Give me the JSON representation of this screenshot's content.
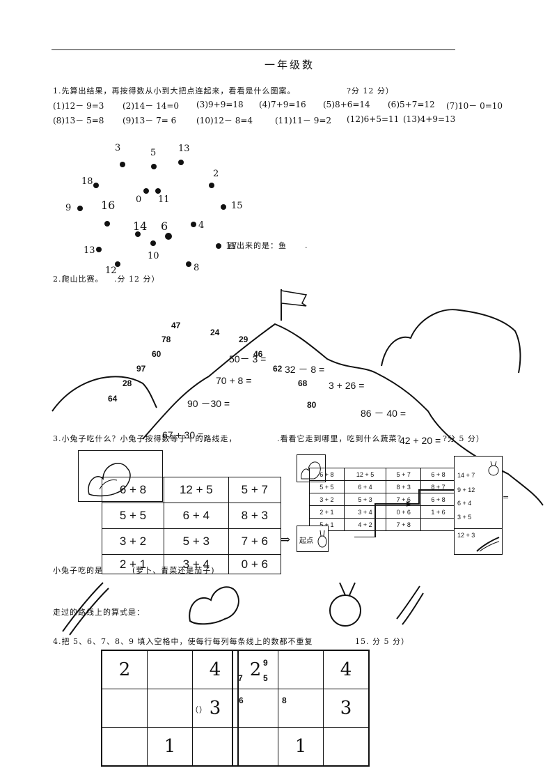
{
  "title": "一年级数",
  "q1": {
    "intro": "1.先算出结果，再按得数从小到大把点连起来，看看是什么图案。",
    "score": "?分 12 分）",
    "row1": [
      "(1)12－ 9=3",
      "(2)14－ 14=0",
      "(3)9+9=18",
      "(4)7+9=16",
      "(5)8+6=14",
      "(6)5+7=12",
      "(7)10－ 0=10"
    ],
    "row2": [
      "(8)13－ 5=8",
      "(9)13－ 7= 6",
      "(10)12－ 8=4",
      "(11)11－ 9=2",
      "(12)6+5=11",
      "(13)4+9=13"
    ],
    "dots": [
      "3",
      "5",
      "13",
      "18",
      "2",
      "0",
      "11",
      "9",
      "16",
      "15",
      "14",
      "6",
      "4",
      "13",
      "10",
      "17",
      "12",
      "8"
    ],
    "answer_note": "画出来的是：鱼",
    "trailing": "."
  },
  "q2": {
    "intro": "2.爬山比赛。",
    "score": ".分 12 分）",
    "numbers": [
      "47",
      "24",
      "78",
      "29",
      "60",
      "46",
      "97",
      "62",
      "28",
      "68",
      "64",
      "80"
    ],
    "exprs": [
      "50－ 3 =",
      "32 － 8 =",
      "70 + 8 =",
      "3 + 26 =",
      "90 －30 =",
      "86 － 40 =",
      "67 + 30 =",
      "42 + 20 ="
    ],
    "trailing": "="
  },
  "q3": {
    "intro": "3.小兔子吃什么？小兔子按得数等于十的路线走，",
    "intro2": ".看看它走到哪里，吃到什么蔬菜？",
    "score": "?分 5 分）",
    "big_table": [
      [
        "6 + 8",
        "12 + 5",
        "5 + 7"
      ],
      [
        "5 + 5",
        "6 + 4",
        "8 + 3"
      ],
      [
        "3 + 2",
        "5 + 3",
        "7 + 6"
      ],
      [
        "2 + 1",
        "3 + 4",
        "0 + 6"
      ]
    ],
    "small_table": [
      [
        "6 + 8",
        "12 + 5",
        "5 + 7",
        "6 + 8"
      ],
      [
        "5 + 5",
        "6 + 4",
        "8 + 3",
        "8 + 7"
      ],
      [
        "3 + 2",
        "5 + 3",
        "7 + 6",
        "6 + 8"
      ],
      [
        "2 + 1",
        "3 + 4",
        "0 + 6",
        "1 + 6"
      ],
      [
        "5 + 1",
        "4 + 2",
        "7 + 8",
        ""
      ]
    ],
    "side_cells": [
      "14 + 7",
      "9 + 12",
      "6 + 4",
      "3 + 5",
      "12 + 3"
    ],
    "start_label": "起点",
    "arrow": "⇒",
    "line_a": "小兔子吃的是",
    "line_a_paren": "(萝卜、青菜还是茄子)",
    "line_b": "走过的路线上的算式是："
  },
  "q4": {
    "intro": "4.把 5、6、7、8、9 填入空格中，使每行每列每条线上的数都不重复",
    "score": "15. 分 5 分）",
    "left_grid": [
      [
        "2",
        "",
        "4"
      ],
      [
        "",
        "",
        "3"
      ],
      [
        "",
        "1",
        ""
      ]
    ],
    "left_note": "（）",
    "right_grid": [
      [
        "2",
        "",
        "4"
      ],
      [
        "",
        "",
        "3"
      ],
      [
        "",
        "1",
        ""
      ]
    ],
    "right_small": [
      "7",
      "9",
      "5",
      "6",
      "8"
    ]
  }
}
